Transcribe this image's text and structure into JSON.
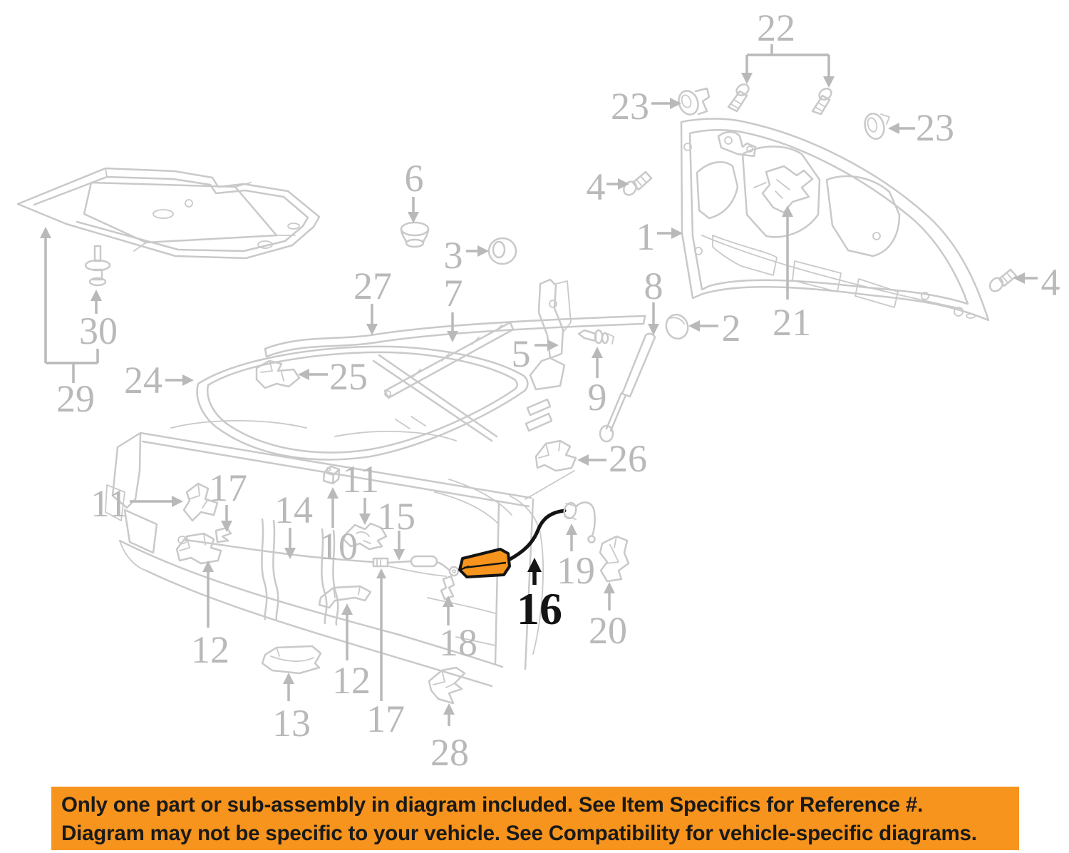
{
  "colors": {
    "bg": "#ffffff",
    "line": "#c9c9c9",
    "number": "#b9b9b9",
    "ink": "#141414",
    "highlight": "#f7941d",
    "banner-bg": "#f7941d",
    "banner-text": "#1a1a1a"
  },
  "banner": {
    "line1": "Only one part or sub-assembly in diagram included. See Item Specifics for Reference #.",
    "line2": "Diagram may not be specific to your vehicle. See Compatibility for vehicle-specific diagrams."
  },
  "highlighted_part": {
    "label": "16",
    "color": "#f7941d"
  },
  "callouts": [
    {
      "label": "22"
    },
    {
      "label": "23"
    },
    {
      "label": "23"
    },
    {
      "label": "4"
    },
    {
      "label": "1"
    },
    {
      "label": "8"
    },
    {
      "label": "2"
    },
    {
      "label": "21"
    },
    {
      "label": "4"
    },
    {
      "label": "9"
    },
    {
      "label": "26"
    },
    {
      "label": "6"
    },
    {
      "label": "3"
    },
    {
      "label": "27"
    },
    {
      "label": "7"
    },
    {
      "label": "5"
    },
    {
      "label": "24"
    },
    {
      "label": "25"
    },
    {
      "label": "29"
    },
    {
      "label": "30"
    },
    {
      "label": "11"
    },
    {
      "label": "17"
    },
    {
      "label": "14"
    },
    {
      "label": "11"
    },
    {
      "label": "15"
    },
    {
      "label": "10"
    },
    {
      "label": "12"
    },
    {
      "label": "12"
    },
    {
      "label": "13"
    },
    {
      "label": "17"
    },
    {
      "label": "18"
    },
    {
      "label": "28"
    },
    {
      "label": "19"
    },
    {
      "label": "20"
    },
    {
      "label": "16"
    }
  ]
}
